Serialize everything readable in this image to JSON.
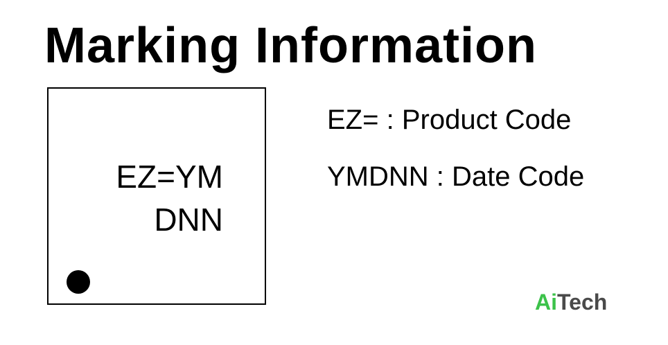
{
  "title": "Marking Information",
  "chip": {
    "line1": "EZ=YM",
    "line2": "DNN"
  },
  "legend": [
    {
      "code": "EZ=",
      "separator": " : ",
      "meaning": "Product Code"
    },
    {
      "code": "YMDNN",
      "separator": " : ",
      "meaning": "Date Code"
    }
  ],
  "logo": {
    "part1": "Ai",
    "part2": "Tech",
    "colors": {
      "ai": "#3cc24a",
      "tech": "#4a4a4a"
    }
  }
}
